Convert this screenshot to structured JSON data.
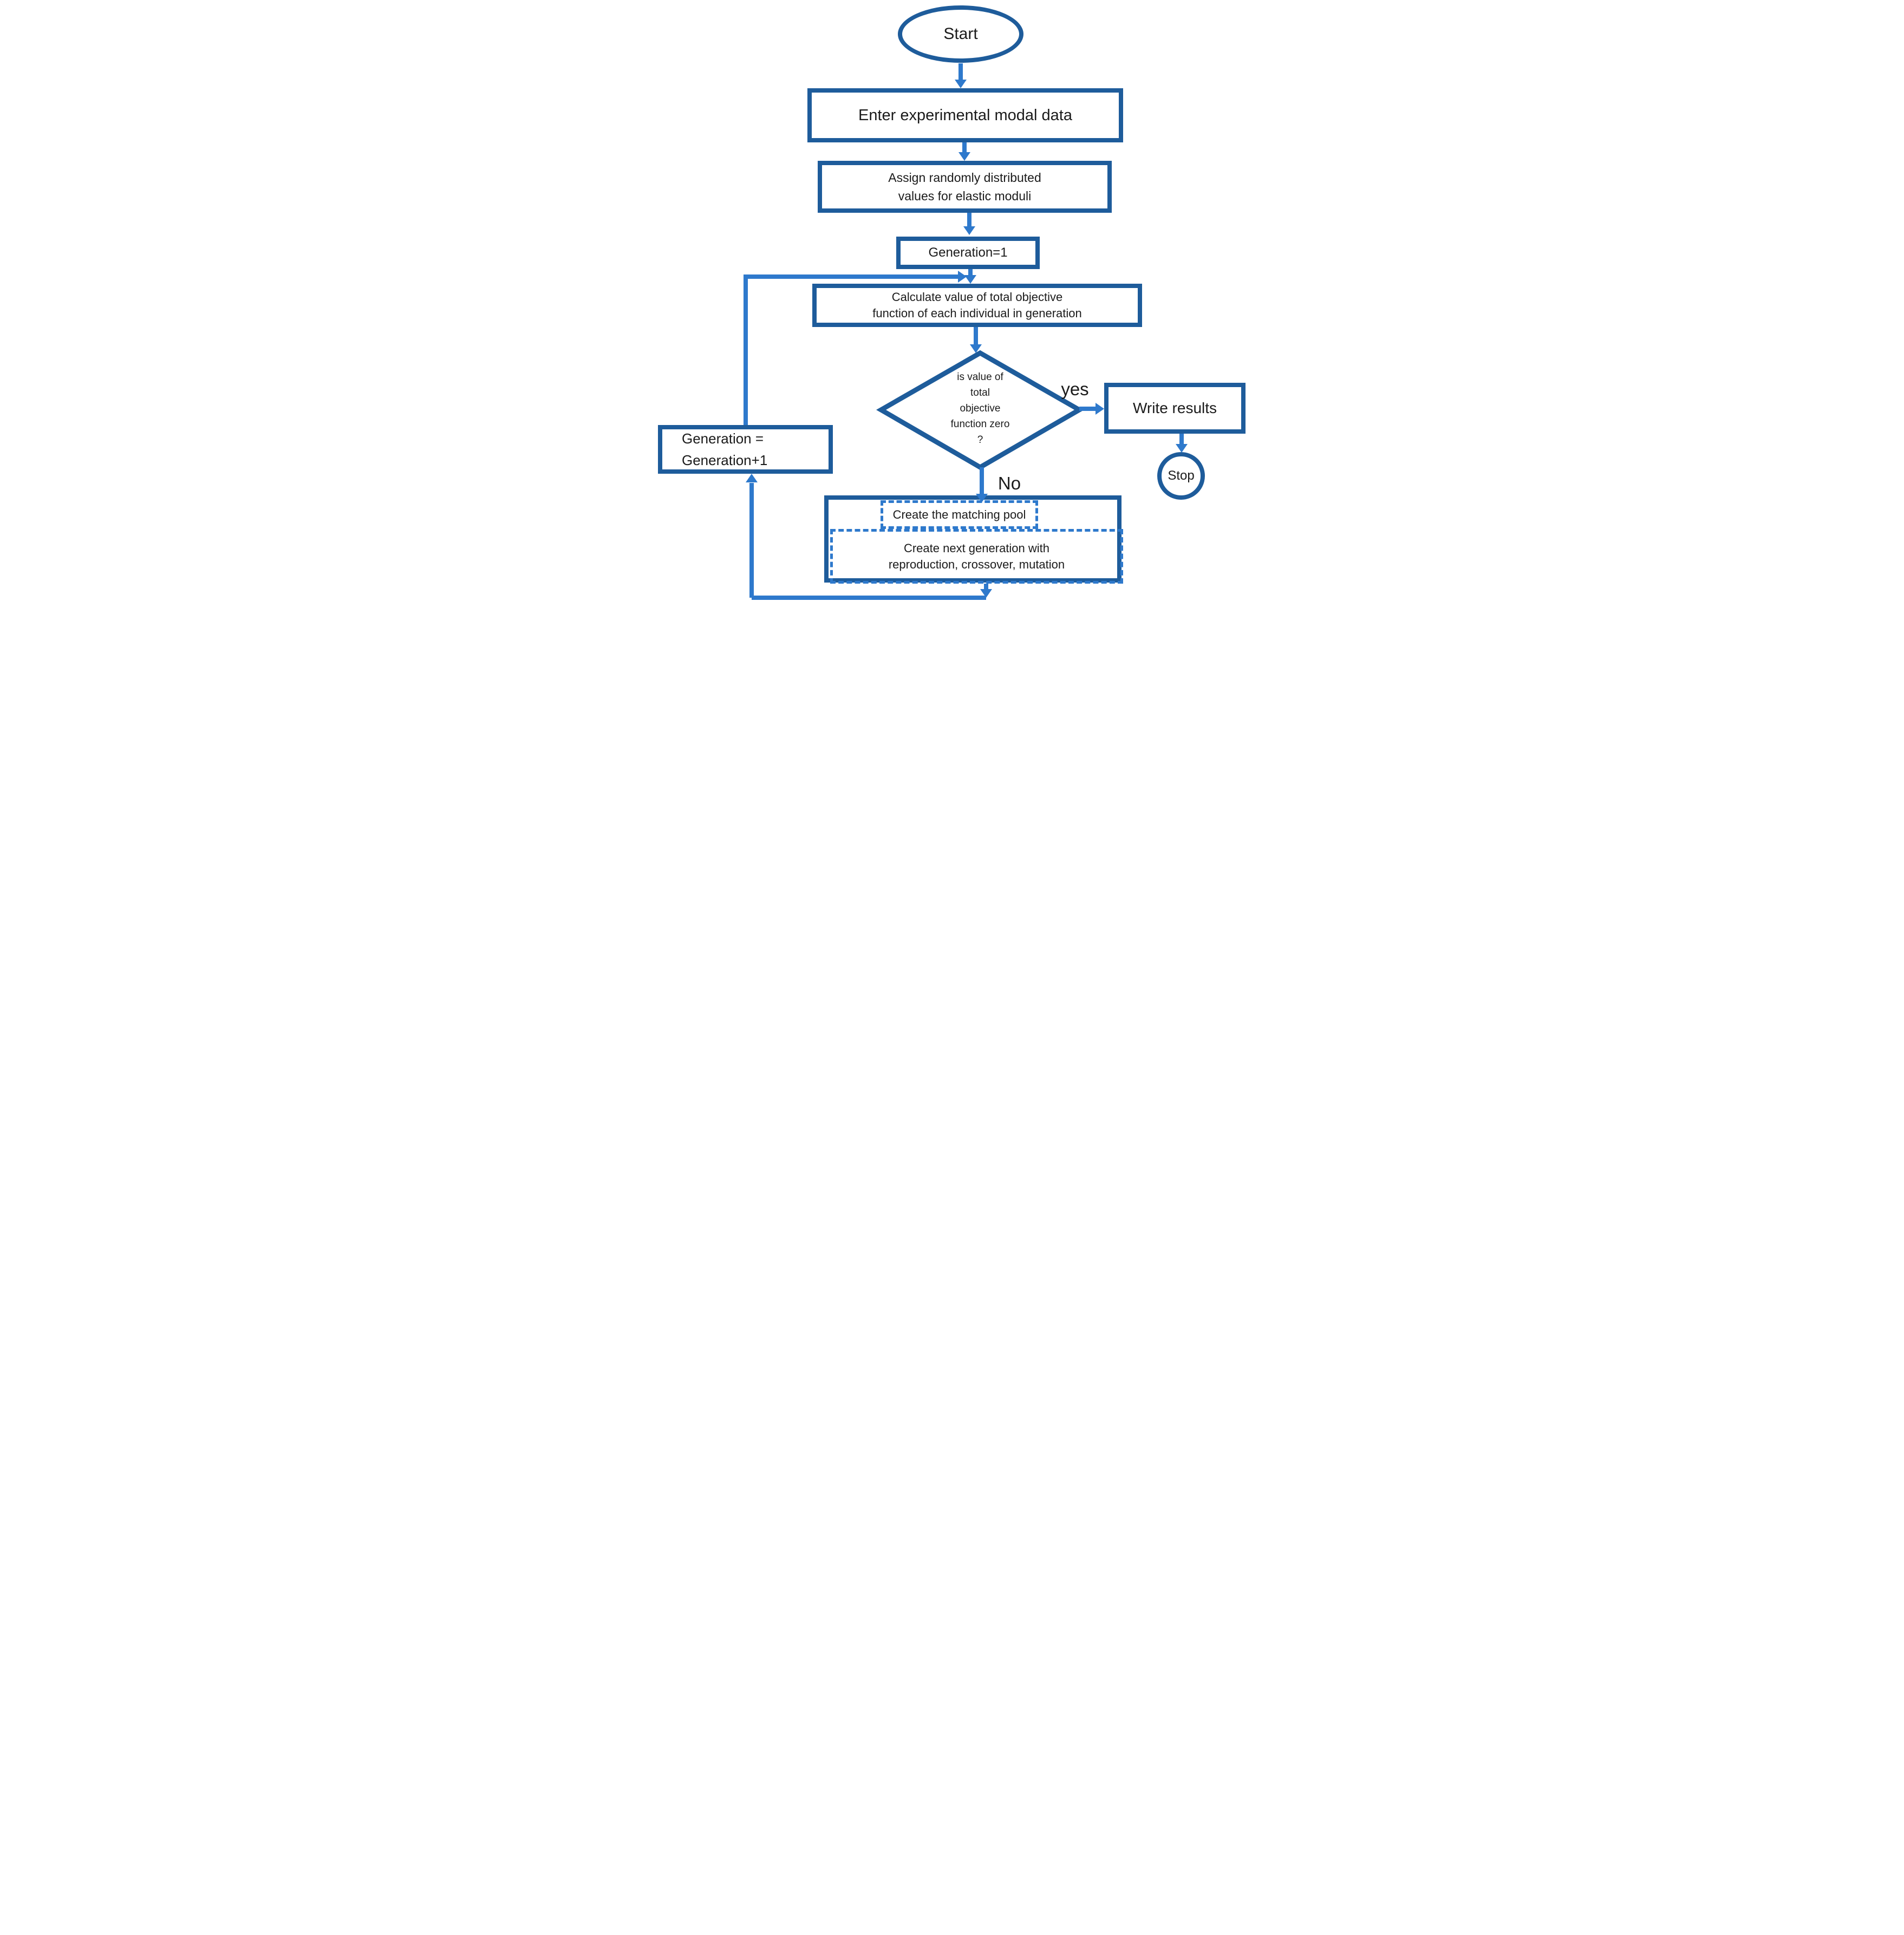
{
  "title": "Genetic algorithm flowchart",
  "colors": {
    "outline_dark": "#1e5c9b",
    "connector_light": "#2e79cc",
    "text": "#1b1b1b",
    "background": "#ffffff"
  },
  "nodes": {
    "start": {
      "label": "Start"
    },
    "enter": {
      "label": "Enter experimental modal data"
    },
    "assign": {
      "lines": [
        "Assign randomly distributed",
        "values for elastic moduli"
      ]
    },
    "gen1": {
      "label": "Generation=1"
    },
    "calc": {
      "lines": [
        "Calculate value of total objective",
        "function of each individual in generation"
      ]
    },
    "decision": {
      "lines": [
        "is value of",
        "total",
        "objective",
        "function zero",
        "?"
      ]
    },
    "write": {
      "label": "Write results"
    },
    "stop": {
      "label": "Stop"
    },
    "genpp": {
      "lines": [
        "Generation =",
        "Generation+1"
      ]
    },
    "pool": {
      "label": "Create the matching pool"
    },
    "next": {
      "lines": [
        "Create next generation with",
        "reproduction, crossover, mutation"
      ]
    }
  },
  "edges": {
    "yes_label": "yes",
    "no_label": "No"
  }
}
